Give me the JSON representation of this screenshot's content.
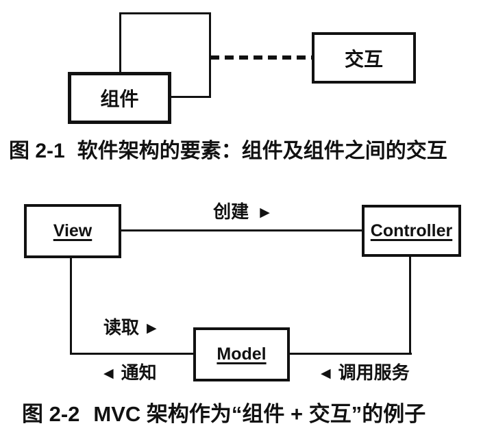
{
  "colors": {
    "ink": "#111111",
    "paper": "#ffffff"
  },
  "figure1": {
    "component_box": {
      "label": "组件"
    },
    "interaction_box": {
      "label": "交互"
    },
    "caption": {
      "number": "图 2-1",
      "text": "软件架构的要素：组件及组件之间的交互"
    }
  },
  "figure2": {
    "boxes": {
      "view": "View",
      "controller": "Controller",
      "model": "Model"
    },
    "edges": {
      "create": {
        "label": "创建",
        "arrow": "▶"
      },
      "read": {
        "label": "读取",
        "arrow": "▶"
      },
      "notify": {
        "label": "通知",
        "arrow": "◀"
      },
      "call_service": {
        "label": "调用服务",
        "arrow": "◀"
      }
    },
    "caption": {
      "number": "图 2-2",
      "text": "MVC 架构作为“组件 + 交互”的例子"
    }
  }
}
